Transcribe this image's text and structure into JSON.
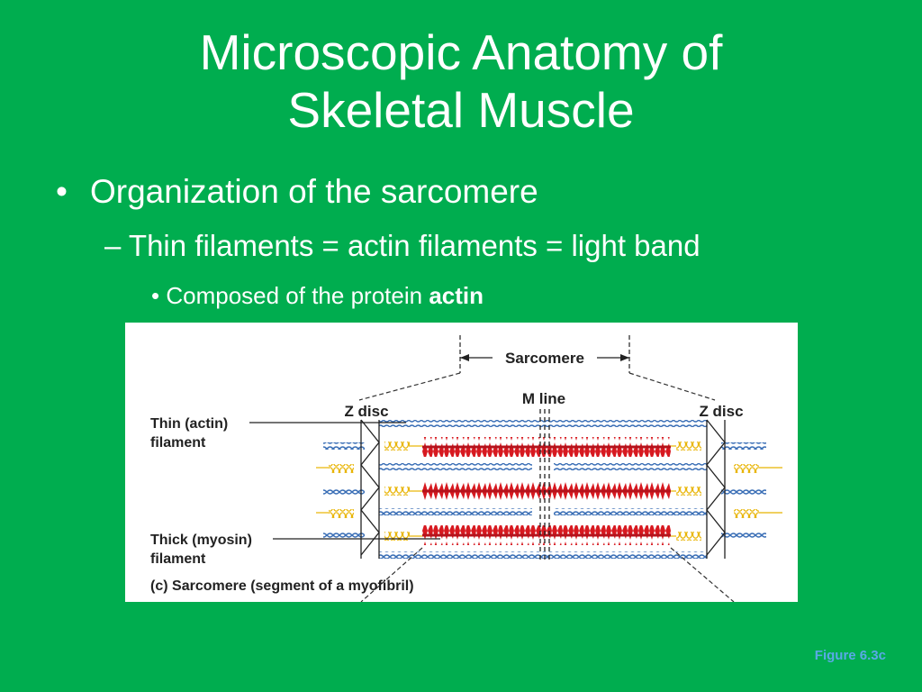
{
  "slide": {
    "title_line1": "Microscopic Anatomy of",
    "title_line2": "Skeletal Muscle",
    "bullet1": "Organization of the sarcomere",
    "bullet1_marker": "•",
    "bullet2": "– Thin filaments = actin filaments = light band",
    "bullet3_prefix": "Composed of the protein ",
    "bullet3_bold": "actin",
    "bullet3_marker": "•",
    "figure_caption": "Figure 6.3c"
  },
  "diagram": {
    "label_sarcomere": "Sarcomere",
    "label_m_line": "M line",
    "label_z_disc_left": "Z disc",
    "label_z_disc_right": "Z disc",
    "label_thin_1": "Thin (actin)",
    "label_thin_2": "filament",
    "label_thick_1": "Thick (myosin)",
    "label_thick_2": "filament",
    "caption_part": "(c)",
    "caption_bold": "Sarcomere",
    "caption_rest": "(segment of a myofibril)"
  },
  "colors": {
    "background": "#00ad4f",
    "thick_filament": "#d71920",
    "thin_filament": "#3b6fb6",
    "titin": "#e8b300",
    "figure_caption": "#5aa9e6"
  }
}
